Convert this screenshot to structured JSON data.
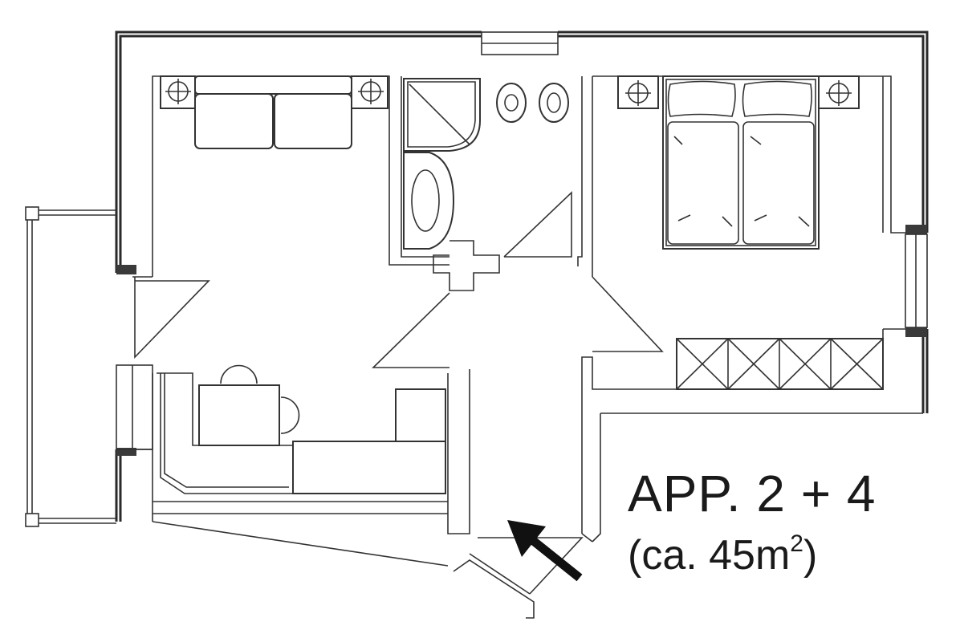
{
  "plan": {
    "title": "APP. 2 + 4",
    "area_prefix": "(ca. 45m",
    "area_superscript": "2",
    "area_suffix": ")"
  },
  "colors": {
    "line": "#2a2a2a",
    "background": "#ffffff"
  },
  "icons": [
    "entrance-arrow-icon",
    "lamp-icon"
  ]
}
